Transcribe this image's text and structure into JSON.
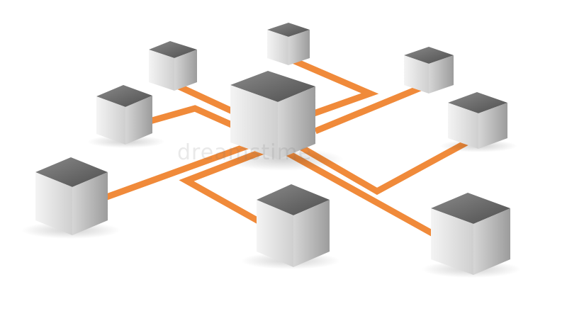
{
  "diagram": {
    "type": "network-topology",
    "hub": {
      "name": "central-hub-cube"
    },
    "nodes": [
      {
        "name": "node-cube-top-center"
      },
      {
        "name": "node-cube-top-left"
      },
      {
        "name": "node-cube-top-right"
      },
      {
        "name": "node-cube-mid-left"
      },
      {
        "name": "node-cube-mid-right"
      },
      {
        "name": "node-cube-left"
      },
      {
        "name": "node-cube-bottom-center"
      },
      {
        "name": "node-cube-bottom-right"
      }
    ],
    "colors": {
      "connector": "#f08a3a",
      "connector_shadow": "#d8671c",
      "cube_top": "#6a6a6a",
      "cube_left": "#e9e9e9",
      "cube_right": "#c4c4c4",
      "background": "#ffffff"
    }
  },
  "watermark": {
    "text": "dreamstime"
  }
}
